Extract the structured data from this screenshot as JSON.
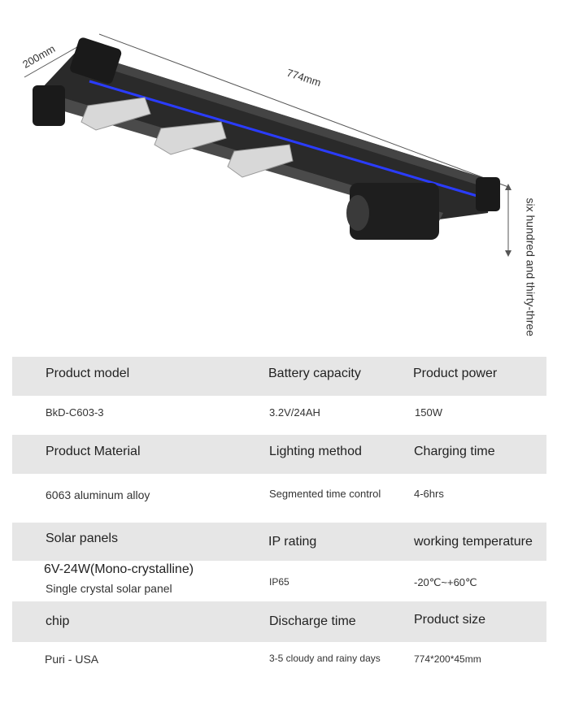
{
  "dimensions": {
    "width_label": "200mm",
    "length_label": "774mm",
    "height_label": "six hundred and thirty-three"
  },
  "specs": [
    {
      "headers": [
        "Product model",
        "Battery capacity",
        "Product power"
      ],
      "values": [
        "BkD-C603-3",
        "3.2V/24AH",
        "150W"
      ]
    },
    {
      "headers": [
        "Product Material",
        "Lighting method",
        "Charging time"
      ],
      "values": [
        "6063 aluminum alloy",
        "Segmented time control",
        "4-6hrs"
      ]
    },
    {
      "headers": [
        "Solar panels",
        "IP rating",
        "working temperature"
      ],
      "values": [
        "6V-24W(Mono-crystalline)",
        "IP65",
        "-20℃~+60℃"
      ],
      "value_sub": "Single crystal solar panel"
    },
    {
      "headers": [
        "chip",
        "Discharge time",
        "Product size"
      ],
      "values": [
        "Puri - USA",
        "3-5 cloudy and rainy days",
        "774*200*45mm"
      ]
    }
  ],
  "colors": {
    "band": "#e6e6e6",
    "body": "#2a2a2a",
    "accent": "#2a3cff"
  }
}
